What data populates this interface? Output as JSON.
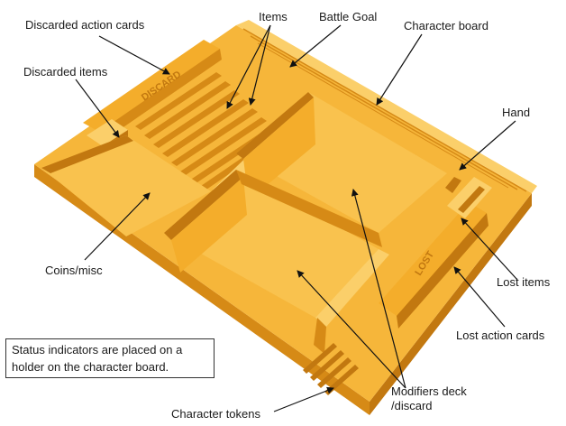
{
  "labels": {
    "discarded_action_cards": "Discarded action cards",
    "items": "Items",
    "battle_goal": "Battle Goal",
    "character_board": "Character board",
    "discarded_items": "Discarded items",
    "hand": "Hand",
    "coins_misc": "Coins/misc",
    "lost_items": "Lost items",
    "lost_action_cards": "Lost action cards",
    "modifiers_deck_line1": "Modifiers deck",
    "modifiers_deck_line2": "/discard",
    "character_tokens": "Character tokens"
  },
  "note": {
    "line1": "Status indicators are placed on a",
    "line2": "holder on the character board."
  },
  "engravings": {
    "discard": "DISCARD",
    "lost": "LOST"
  },
  "colors": {
    "plastic_top": "#f6b63a",
    "plastic_side": "#d68a16",
    "plastic_shadow": "#c27810",
    "plastic_light": "#fbcf6a",
    "arrow": "#111111"
  }
}
